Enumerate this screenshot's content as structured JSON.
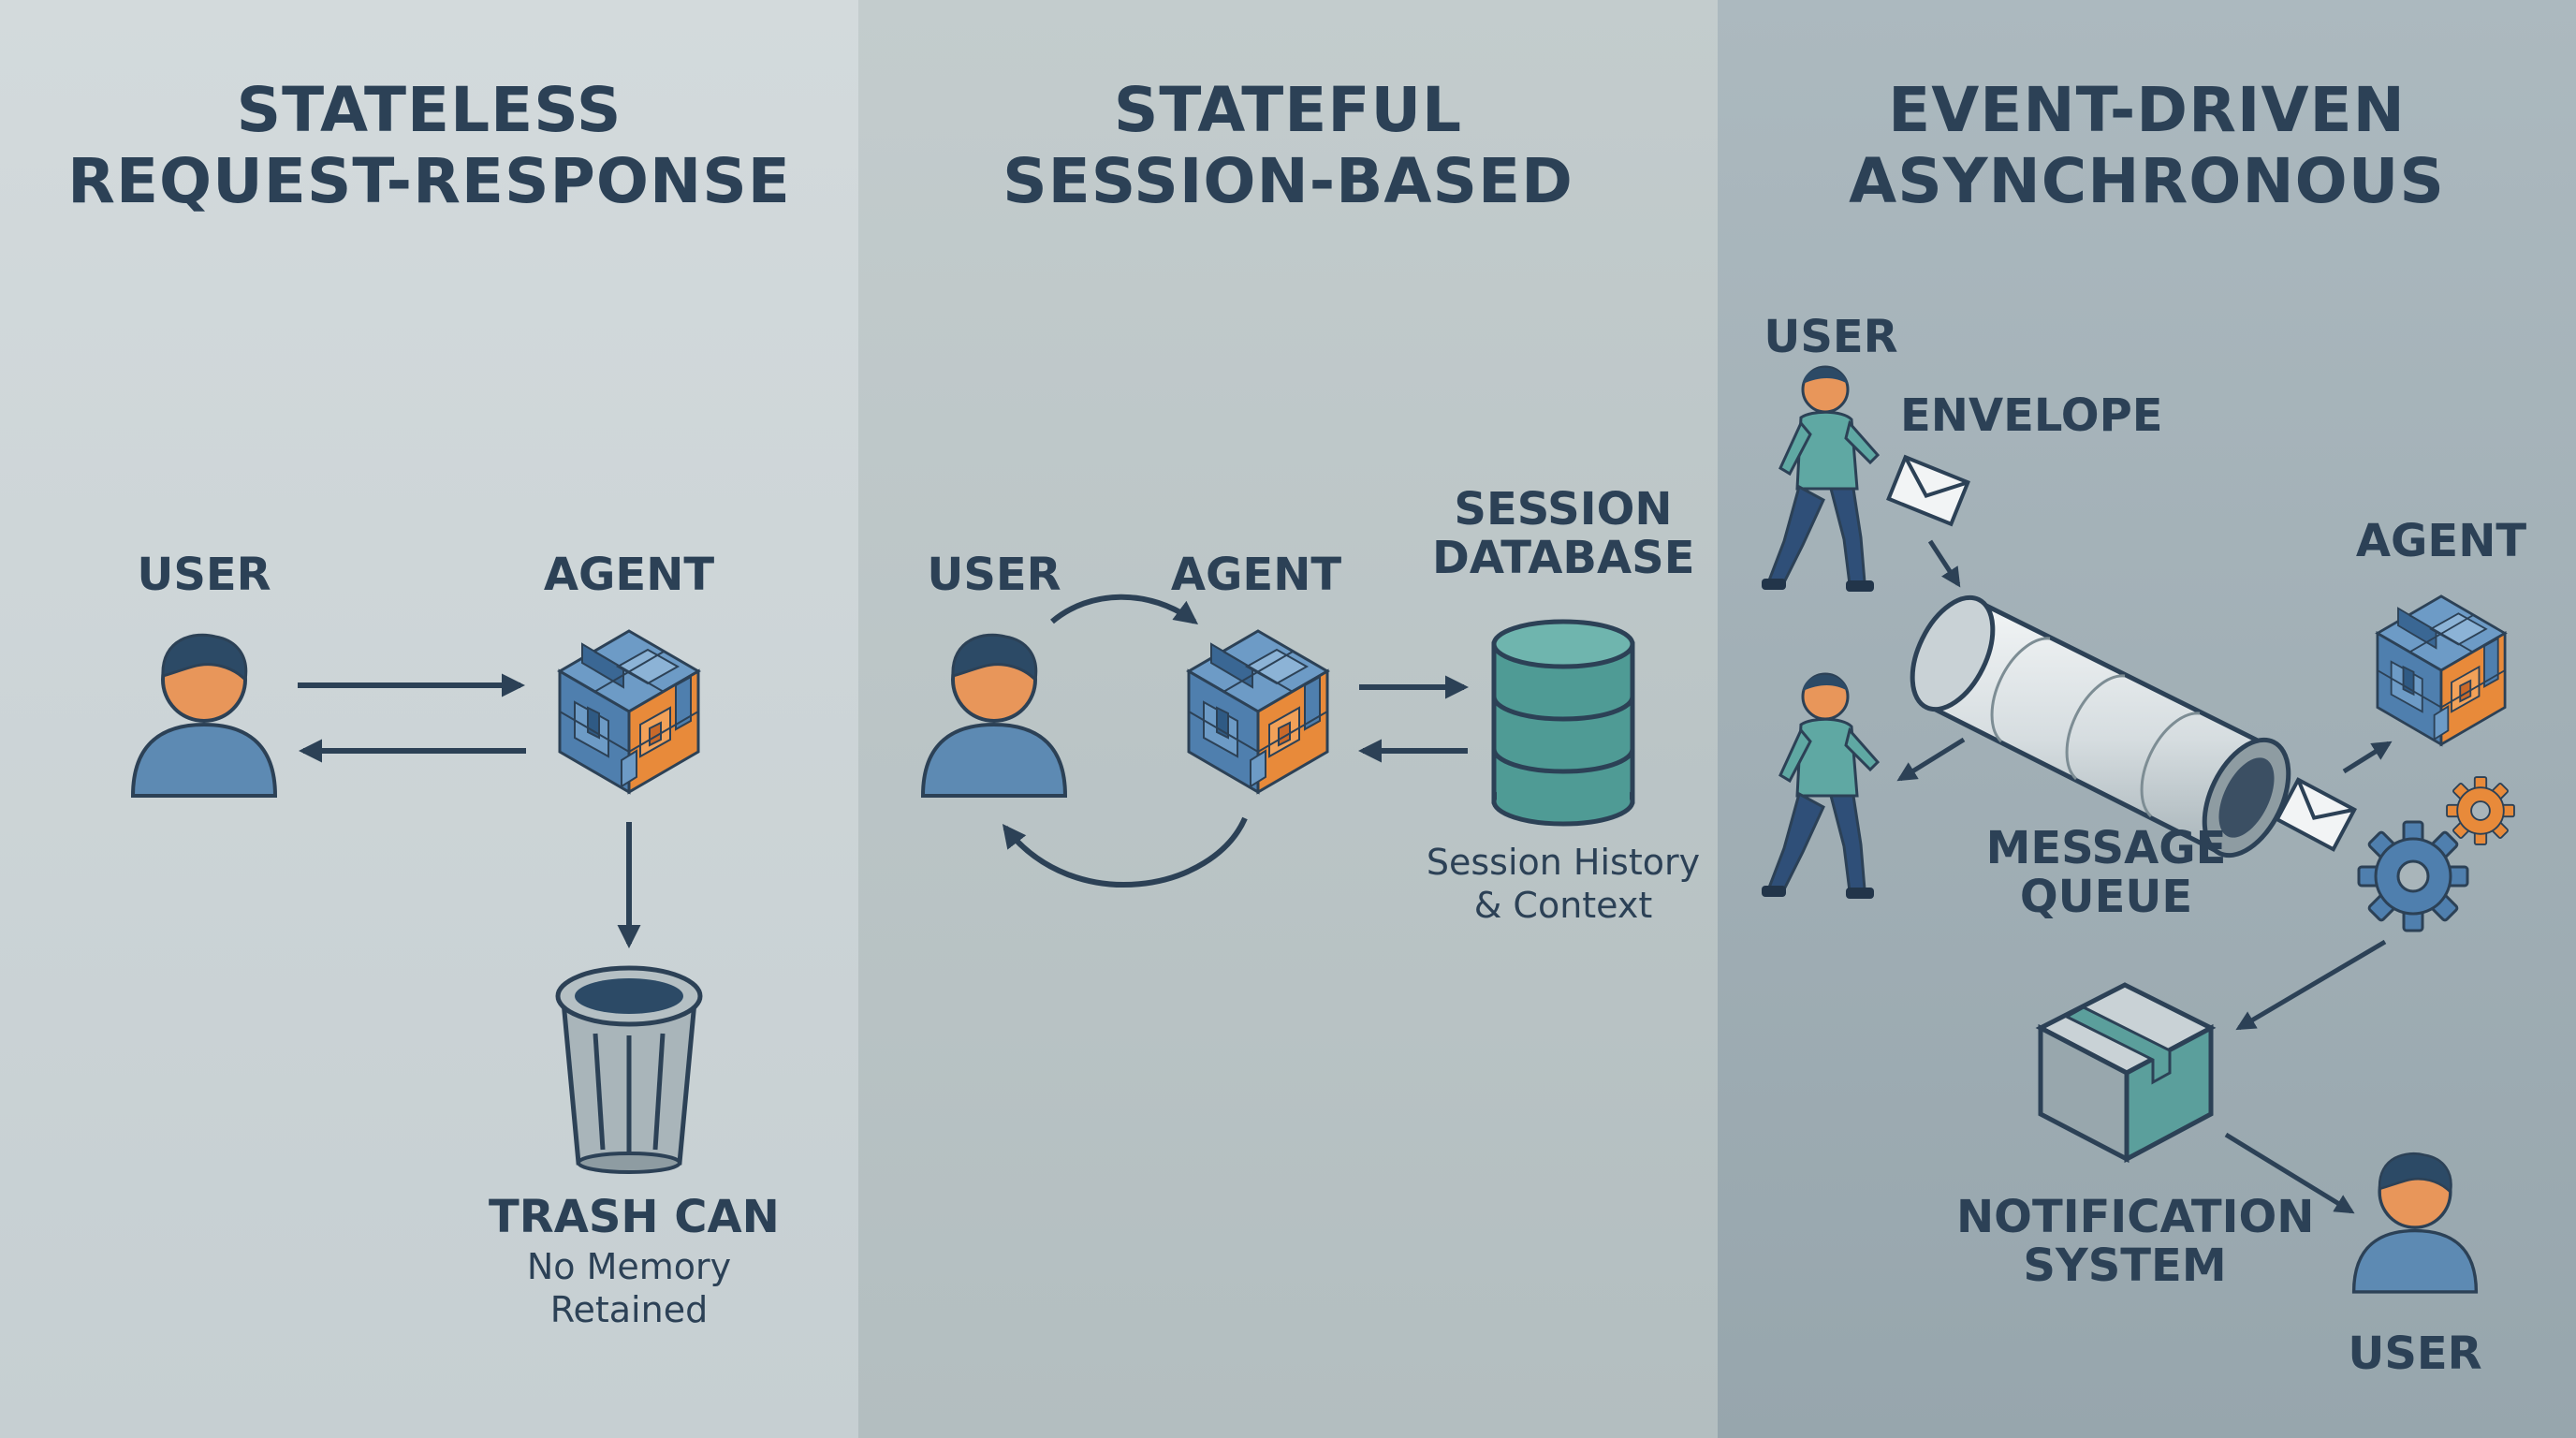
{
  "panels": [
    {
      "title": [
        "STATELESS",
        "REQUEST-RESPONSE"
      ],
      "user_label": "USER",
      "agent_label": "AGENT",
      "trash_label": "TRASH CAN",
      "trash_note": [
        "No Memory",
        "Retained"
      ]
    },
    {
      "title": [
        "STATEFUL",
        "SESSION-BASED"
      ],
      "user_label": "USER",
      "agent_label": "AGENT",
      "db_label": [
        "SESSION",
        "DATABASE"
      ],
      "db_note": [
        "Session History",
        "& Context"
      ]
    },
    {
      "title": [
        "EVENT-DRIVEN",
        "ASYNCHRONOUS"
      ],
      "user_top_label": "USER",
      "envelope_label": "ENVELOPE",
      "agent_label": "AGENT",
      "queue_label": [
        "MESSAGE",
        "QUEUE"
      ],
      "notify_label": [
        "NOTIFICATION",
        "SYSTEM"
      ],
      "user_bottom_label": "USER"
    }
  ],
  "colors": {
    "panel1_bg": "#cdd5d8",
    "panel2_bg": "#bcc6c8",
    "panel3_bg": "#a2b0b7",
    "text": "#2c4156",
    "arrow": "#2c4156",
    "person_blue": "#5d8ab3",
    "person_skin": "#e8965a",
    "person_hair": "#2c4a66",
    "cube_blue": "#4f7fae",
    "cube_orange": "#e88a3a",
    "db_teal": "#4f9b95",
    "box_teal": "#5b9f9c",
    "gear_blue": "#4f7fae",
    "gear_orange": "#e88a3a"
  },
  "icons": [
    "user-icon",
    "agent-cube-icon",
    "trash-can-icon",
    "database-icon",
    "walking-person-icon",
    "envelope-icon",
    "message-queue-tube-icon",
    "gear-icon",
    "package-box-icon"
  ]
}
